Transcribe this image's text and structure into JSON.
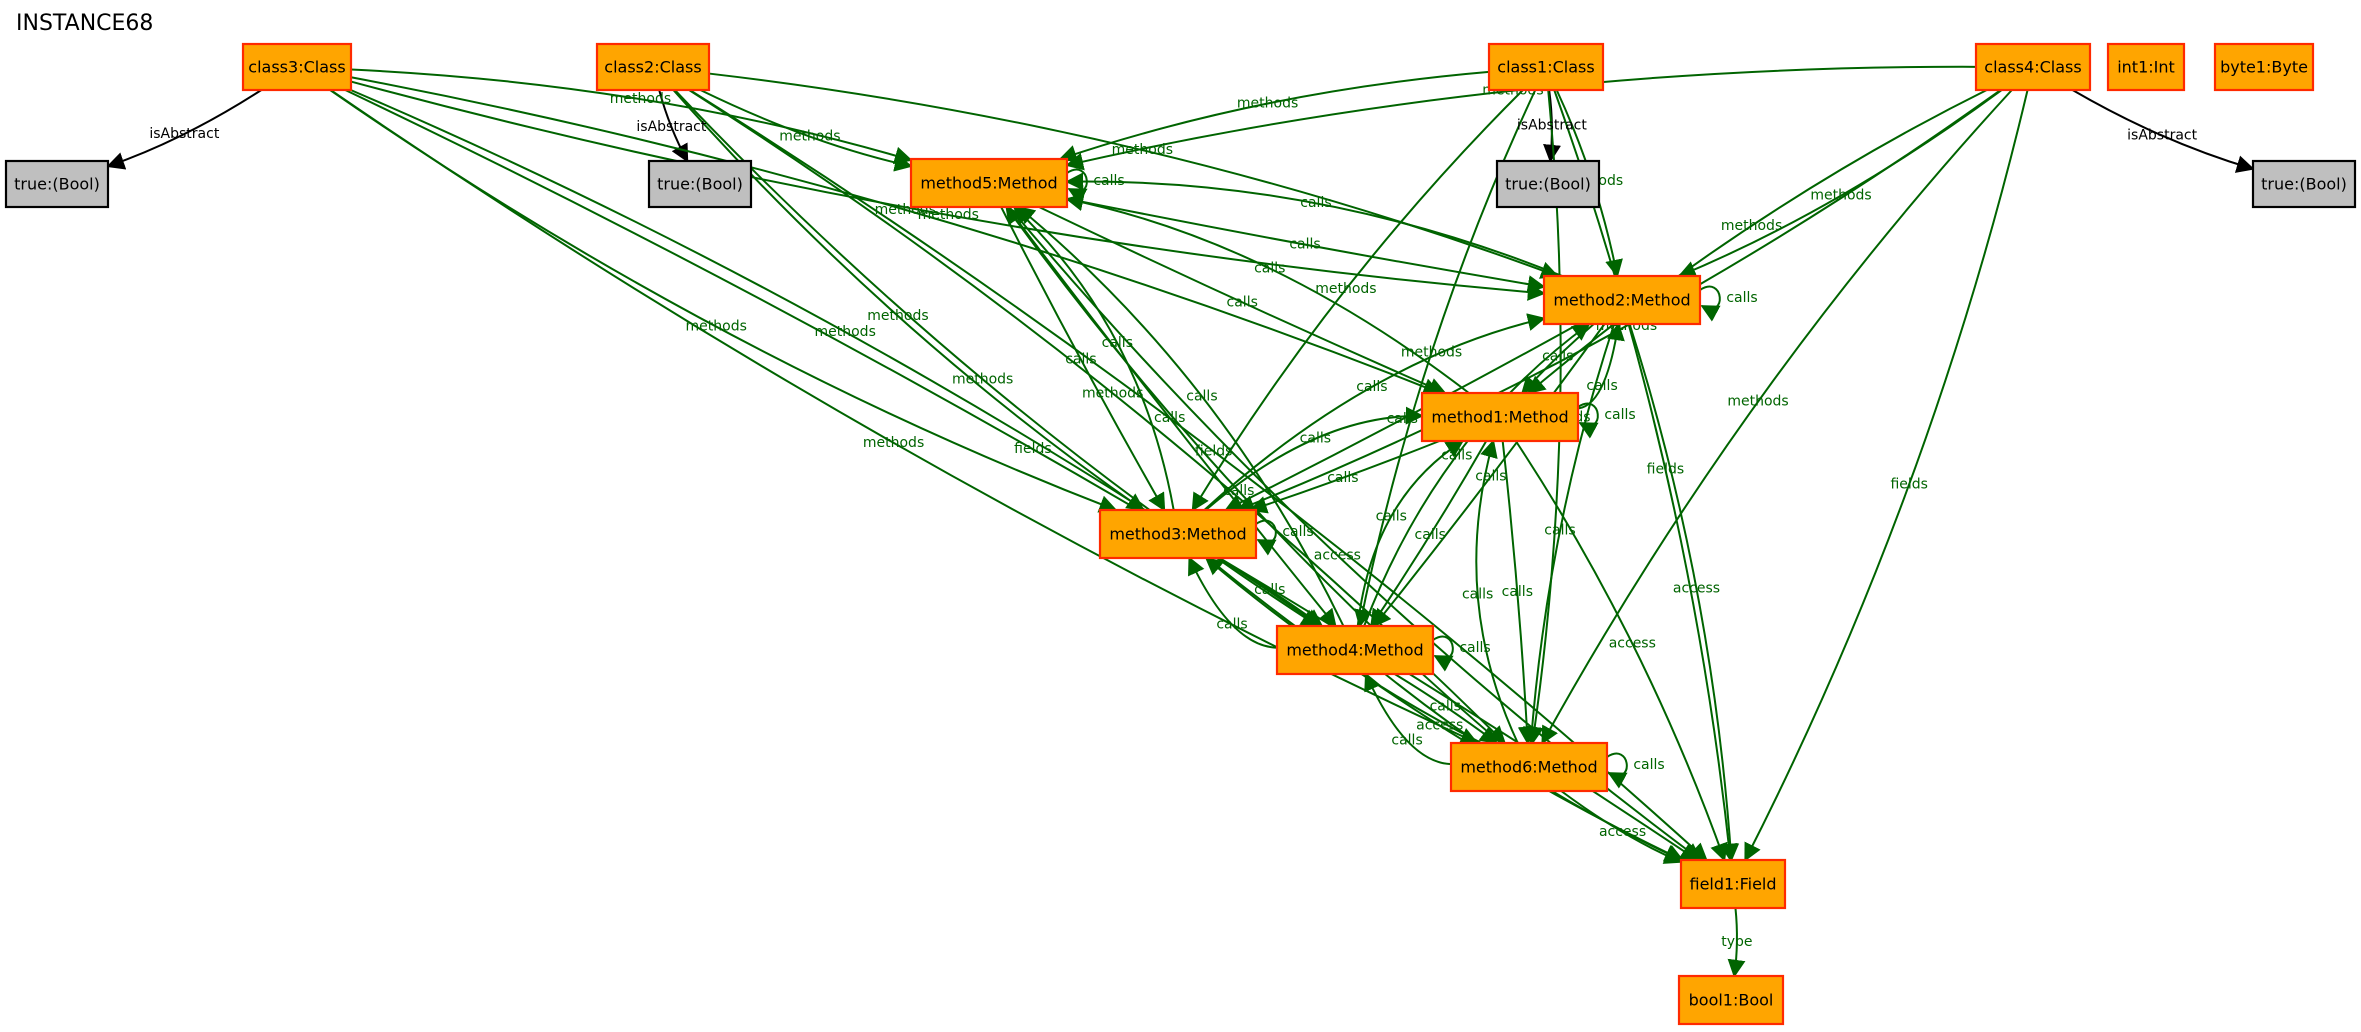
{
  "title": "INSTANCE68",
  "colors": {
    "node_fill": "#FFA500",
    "node_stroke": "#FF2A00",
    "bool_fill": "#BFBFBF",
    "bool_stroke": "#000000",
    "edge_green": "#006400",
    "edge_black": "#000000",
    "text": "#000000"
  },
  "nodes": [
    {
      "id": "class3",
      "label": "class3:Class",
      "kind": "class"
    },
    {
      "id": "class2",
      "label": "class2:Class",
      "kind": "class"
    },
    {
      "id": "class1",
      "label": "class1:Class",
      "kind": "class"
    },
    {
      "id": "class4",
      "label": "class4:Class",
      "kind": "class"
    },
    {
      "id": "int1",
      "label": "int1:Int",
      "kind": "value"
    },
    {
      "id": "byte1",
      "label": "byte1:Byte",
      "kind": "value"
    },
    {
      "id": "true3",
      "label": "true:(Bool)",
      "kind": "bool"
    },
    {
      "id": "true2",
      "label": "true:(Bool)",
      "kind": "bool"
    },
    {
      "id": "true1",
      "label": "true:(Bool)",
      "kind": "bool"
    },
    {
      "id": "true4",
      "label": "true:(Bool)",
      "kind": "bool"
    },
    {
      "id": "method5",
      "label": "method5:Method",
      "kind": "method"
    },
    {
      "id": "method2",
      "label": "method2:Method",
      "kind": "method"
    },
    {
      "id": "method1",
      "label": "method1:Method",
      "kind": "method"
    },
    {
      "id": "method3",
      "label": "method3:Method",
      "kind": "method"
    },
    {
      "id": "method4",
      "label": "method4:Method",
      "kind": "method"
    },
    {
      "id": "method6",
      "label": "method6:Method",
      "kind": "method"
    },
    {
      "id": "field1",
      "label": "field1:Field",
      "kind": "field"
    },
    {
      "id": "bool1",
      "label": "bool1:Bool",
      "kind": "value"
    }
  ],
  "edges": [
    {
      "from": "class3",
      "to": "true3",
      "label": "isAbstract"
    },
    {
      "from": "class2",
      "to": "true2",
      "label": "isAbstract"
    },
    {
      "from": "class1",
      "to": "true1",
      "label": "isAbstract"
    },
    {
      "from": "class4",
      "to": "true4",
      "label": "isAbstract"
    },
    {
      "from": "class3",
      "to": "method5",
      "label": "methods"
    },
    {
      "from": "class3",
      "to": "method2",
      "label": "methods"
    },
    {
      "from": "class3",
      "to": "method1",
      "label": "methods"
    },
    {
      "from": "class3",
      "to": "method3",
      "label": "methods"
    },
    {
      "from": "class3",
      "to": "method4",
      "label": "methods"
    },
    {
      "from": "class3",
      "to": "method6",
      "label": "methods"
    },
    {
      "from": "class3",
      "to": "field1",
      "label": "fields"
    },
    {
      "from": "class2",
      "to": "method5",
      "label": "methods"
    },
    {
      "from": "class2",
      "to": "method2",
      "label": "methods"
    },
    {
      "from": "class2",
      "to": "method4",
      "label": "methods"
    },
    {
      "from": "class2",
      "to": "method6",
      "label": "methods"
    },
    {
      "from": "class2",
      "to": "method3",
      "label": "methods"
    },
    {
      "from": "class2",
      "to": "field1",
      "label": "fields"
    },
    {
      "from": "class1",
      "to": "method5",
      "label": "methods"
    },
    {
      "from": "class1",
      "to": "method2",
      "label": "methods"
    },
    {
      "from": "class1",
      "to": "method3",
      "label": "methods"
    },
    {
      "from": "class1",
      "to": "method6",
      "label": "methods"
    },
    {
      "from": "class1",
      "to": "method4",
      "label": "methods"
    },
    {
      "from": "class1",
      "to": "field1",
      "label": "fields"
    },
    {
      "from": "class4",
      "to": "method5",
      "label": "methods"
    },
    {
      "from": "class4",
      "to": "method2",
      "label": "methods"
    },
    {
      "from": "class4",
      "to": "method1",
      "label": "methods"
    },
    {
      "from": "class4",
      "to": "method3",
      "label": "methods"
    },
    {
      "from": "class4",
      "to": "method6",
      "label": "methods"
    },
    {
      "from": "class4",
      "to": "field1",
      "label": "fields"
    },
    {
      "from": "method5",
      "to": "method5",
      "label": "calls"
    },
    {
      "from": "method5",
      "to": "method2",
      "label": "calls"
    },
    {
      "from": "method2",
      "to": "method5",
      "label": "calls"
    },
    {
      "from": "method5",
      "to": "method1",
      "label": "calls"
    },
    {
      "from": "method1",
      "to": "method5",
      "label": "calls"
    },
    {
      "from": "method5",
      "to": "method3",
      "label": "calls"
    },
    {
      "from": "method3",
      "to": "method5",
      "label": "calls"
    },
    {
      "from": "method5",
      "to": "method4",
      "label": "calls"
    },
    {
      "from": "method4",
      "to": "method5",
      "label": "calls"
    },
    {
      "from": "method6",
      "to": "method5",
      "label": "calls"
    },
    {
      "from": "method5",
      "to": "field1",
      "label": "access"
    },
    {
      "from": "method2",
      "to": "method2",
      "label": "calls"
    },
    {
      "from": "method2",
      "to": "method1",
      "label": "calls"
    },
    {
      "from": "method1",
      "to": "method2",
      "label": "calls"
    },
    {
      "from": "method2",
      "to": "method3",
      "label": "calls"
    },
    {
      "from": "method3",
      "to": "method2",
      "label": "calls"
    },
    {
      "from": "method2",
      "to": "method4",
      "label": "calls"
    },
    {
      "from": "method4",
      "to": "method2",
      "label": "calls"
    },
    {
      "from": "method2",
      "to": "method6",
      "label": "calls"
    },
    {
      "from": "method2",
      "to": "field1",
      "label": "access"
    },
    {
      "from": "method1",
      "to": "method1",
      "label": "calls"
    },
    {
      "from": "method1",
      "to": "method3",
      "label": "calls"
    },
    {
      "from": "method3",
      "to": "method1",
      "label": "calls"
    },
    {
      "from": "method1",
      "to": "method4",
      "label": "calls"
    },
    {
      "from": "method4",
      "to": "method1",
      "label": "calls"
    },
    {
      "from": "method1",
      "to": "method6",
      "label": "calls"
    },
    {
      "from": "method6",
      "to": "method1",
      "label": "calls"
    },
    {
      "from": "method1",
      "to": "field1",
      "label": "access"
    },
    {
      "from": "method3",
      "to": "method3",
      "label": "calls"
    },
    {
      "from": "method3",
      "to": "method4",
      "label": "calls"
    },
    {
      "from": "method4",
      "to": "method3",
      "label": "calls"
    },
    {
      "from": "method6",
      "to": "method3",
      "label": "calls"
    },
    {
      "from": "method3",
      "to": "field1",
      "label": "access"
    },
    {
      "from": "method4",
      "to": "method4",
      "label": "calls"
    },
    {
      "from": "method4",
      "to": "method6",
      "label": "calls"
    },
    {
      "from": "method6",
      "to": "method4",
      "label": "calls"
    },
    {
      "from": "method4",
      "to": "field1",
      "label": "access"
    },
    {
      "from": "method6",
      "to": "method6",
      "label": "calls"
    },
    {
      "from": "method6",
      "to": "field1",
      "label": "access"
    },
    {
      "from": "field1",
      "to": "bool1",
      "label": "type"
    }
  ]
}
